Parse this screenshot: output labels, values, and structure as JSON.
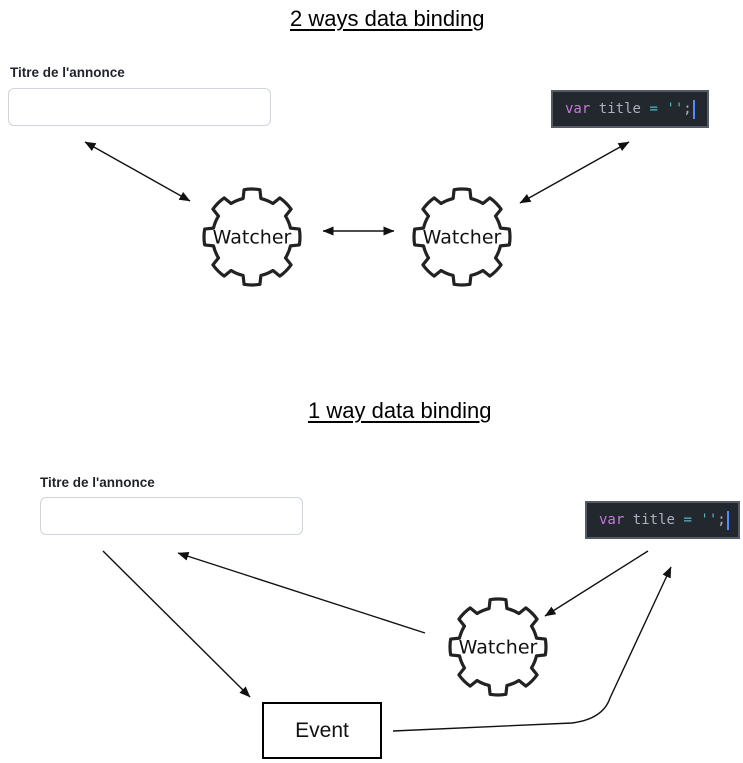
{
  "two_way": {
    "title": "2 ways data binding",
    "form": {
      "label": "Titre de l'annonce",
      "value": "",
      "placeholder": ""
    },
    "code": {
      "kw": "var",
      "name": "title",
      "op": "=",
      "str": "''",
      "end": ";"
    },
    "watcher_left": "Watcher",
    "watcher_right": "Watcher",
    "edges": [
      {
        "from": "title-input",
        "to": "watcher-left",
        "type": "bidirectional"
      },
      {
        "from": "watcher-left",
        "to": "watcher-right",
        "type": "bidirectional"
      },
      {
        "from": "watcher-right",
        "to": "code-snippet",
        "type": "bidirectional"
      }
    ]
  },
  "one_way": {
    "title": "1 way data binding",
    "form": {
      "label": "Titre de l'annonce",
      "value": "",
      "placeholder": ""
    },
    "code": {
      "kw": "var",
      "name": "title",
      "op": "=",
      "str": "''",
      "end": ";"
    },
    "watcher": "Watcher",
    "event": "Event",
    "edges": [
      {
        "from": "watcher",
        "to": "title-input",
        "type": "one-way"
      },
      {
        "from": "title-input",
        "to": "event-box",
        "type": "one-way"
      },
      {
        "from": "code-snippet",
        "to": "watcher",
        "type": "one-way"
      },
      {
        "from": "event-box",
        "to": "code-snippet",
        "type": "one-way-curved"
      }
    ]
  },
  "icons": {
    "watcher_gear": "gear-cog-shape",
    "text_cursor": "blue-caret-bar"
  },
  "colors": {
    "code_bg": "#23272e",
    "code_border": "#565c66",
    "code_fg": "#abb2bf",
    "code_keyword": "#c678dd",
    "code_operator": "#56b6c2",
    "code_string": "#56b6c2",
    "code_cursor": "#528bff",
    "input_border": "#ced4da",
    "label_text": "#1f2329",
    "arrow": "#111111"
  }
}
